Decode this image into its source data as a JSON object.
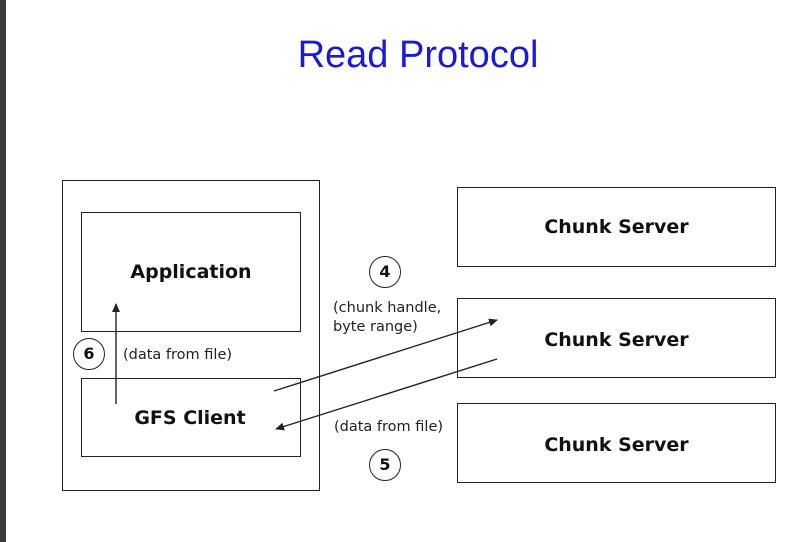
{
  "title": "Read Protocol",
  "application": {
    "label": "Application"
  },
  "gfs_client": {
    "label": "GFS Client"
  },
  "chunk_servers": [
    {
      "label": "Chunk Server"
    },
    {
      "label": "Chunk Server"
    },
    {
      "label": "Chunk Server"
    }
  ],
  "steps": {
    "step4": {
      "number": "4",
      "text_line1": "(chunk handle,",
      "text_line2": "byte range)"
    },
    "step5": {
      "number": "5",
      "text": "(data from file)"
    },
    "step6": {
      "number": "6",
      "text": "(data from file)"
    }
  }
}
